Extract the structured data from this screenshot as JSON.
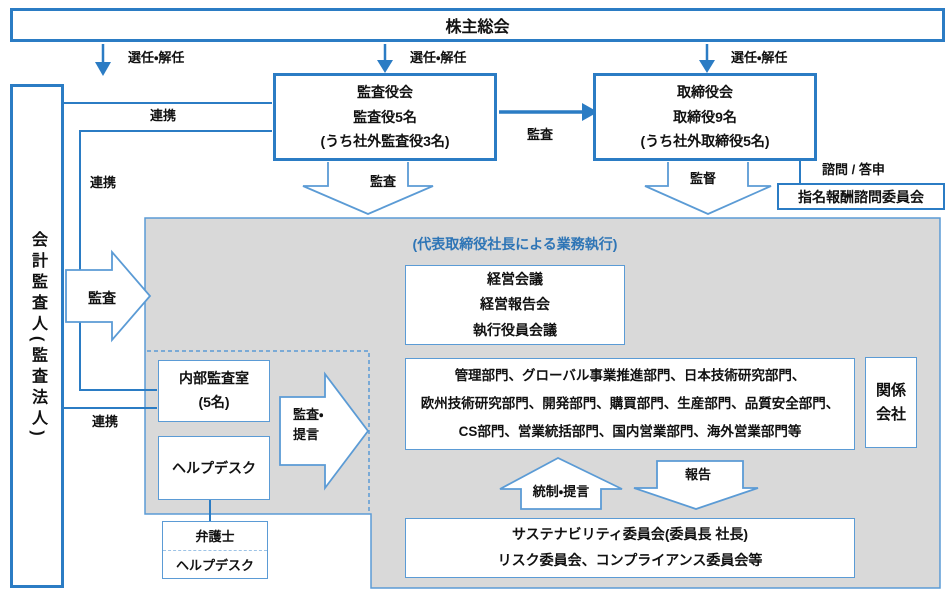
{
  "diagram": {
    "colors": {
      "primary_blue": "#2b7cc4",
      "light_blue": "#5b9bd5",
      "gray_bg": "#d9d9d9",
      "blue_note_text": "#2e75b6"
    },
    "shareholders": "株主総会",
    "accounting_auditor": "会計監査人(監査法人)",
    "audit_board": {
      "l1": "監査役会",
      "l2": "監査役5名",
      "l3": "(うち社外監査役3名)"
    },
    "board_of_directors": {
      "l1": "取締役会",
      "l2": "取締役9名",
      "l3": "(うち社外取締役5名)"
    },
    "nomination_committee": "指名報酬諮問委員会",
    "exec_note": "(代表取締役社長による業務執行)",
    "management_meetings": {
      "l1": "経営会議",
      "l2": "経営報告会",
      "l3": "執行役員会議"
    },
    "departments": {
      "l1": "管理部門、グローバル事業推進部門、日本技術研究部門、",
      "l2": "欧州技術研究部門、開発部門、購買部門、生産部門、品質安全部門、",
      "l3": "CS部門、営業統括部門、国内営業部門、海外営業部門等"
    },
    "affiliates": {
      "l1": "関係",
      "l2": "会社"
    },
    "committees": {
      "l1": "サステナビリティ委員会(委員長 社長)",
      "l2": "リスク委員会、コンプライアンス委員会等"
    },
    "internal_audit": {
      "l1": "内部監査室",
      "l2": "(5名)"
    },
    "helpdesk": "ヘルプデスク",
    "lawyer": {
      "title": "弁護士",
      "sub": "ヘルプデスク"
    },
    "labels": {
      "elect_dismiss": "選任・解任",
      "renkei": "連携",
      "kansa": "監査",
      "kantoku": "監督",
      "shimon_toushin": "諮問 / 答申",
      "kansa_teigen_1": "監査・",
      "kansa_teigen_2": "提言",
      "tousei_teigen": "統制・提言",
      "houkoku": "報告"
    }
  }
}
